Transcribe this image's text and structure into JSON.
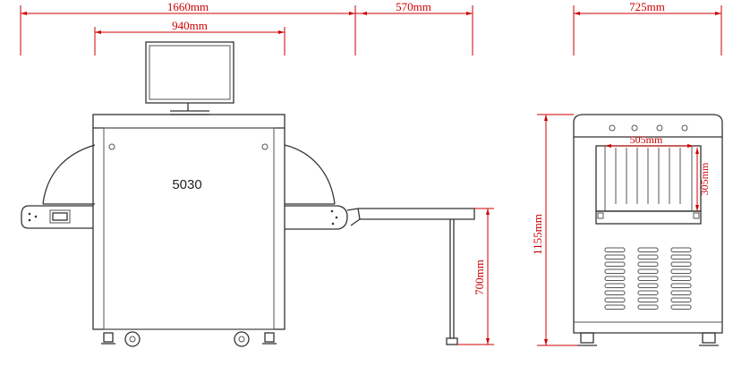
{
  "dimensions": {
    "overall_length": "1660mm",
    "table_length": "570mm",
    "body_length": "940mm",
    "overall_width": "725mm",
    "tunnel_width": "505mm",
    "tunnel_height": "305mm",
    "overall_height": "1155mm",
    "table_height": "700mm"
  },
  "model_label": "5030",
  "colors": {
    "line": "#333333",
    "dimension": "#cc0000",
    "background": "#ffffff"
  }
}
